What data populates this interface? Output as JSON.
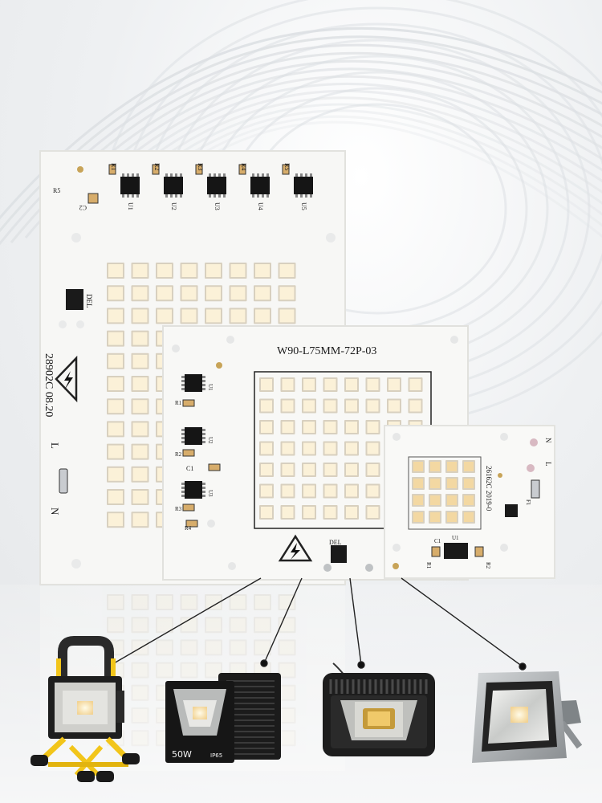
{
  "boards": {
    "large": {
      "code": "28902C 08.20",
      "mark_l": "L",
      "mark_n": "N",
      "mark_del": "DEL",
      "mark_r5": "R5",
      "mark_c2": "C2",
      "parts": [
        "U1",
        "U2",
        "U3",
        "U4",
        "U5"
      ],
      "resistors": [
        "R1",
        "R2",
        "R3",
        "R4",
        "R5"
      ]
    },
    "medium": {
      "title": "W90-L75MM-72P-03",
      "mark_del": "DEL",
      "parts": [
        "U1",
        "U2",
        "U3"
      ],
      "resistors": [
        "R1",
        "R2",
        "R3",
        "R4"
      ],
      "cap": "C1"
    },
    "small": {
      "code": "26162C 2019-0",
      "mark_l": "L",
      "mark_n": "N",
      "mark_f1": "F1",
      "mark_u1": "U1",
      "mark_c1": "C1",
      "mark_r1": "R1",
      "mark_r2": "R2"
    }
  },
  "fixtures": {
    "black_lamp": {
      "wattage": "50W",
      "rating": "IP65"
    }
  },
  "colors": {
    "board_white": "#f7f7f5",
    "led_warm": "#f3d8a2",
    "led_cool": "#fbf1d8",
    "led_frame": "#d8d0bf",
    "yellow_frame": "#f2c51a",
    "lamp_black": "#1c1c1c",
    "lamp_grey": "#9ea2a4",
    "callout_line": "#222222"
  },
  "icons": [
    "high-voltage-warning-icon",
    "led-chip-icon"
  ]
}
